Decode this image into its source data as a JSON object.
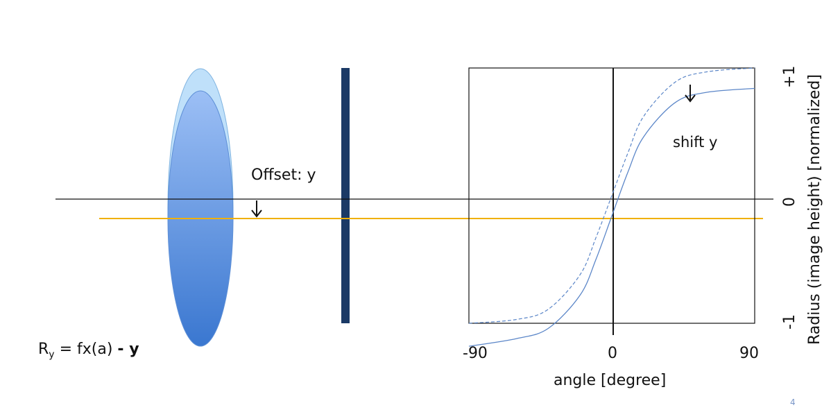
{
  "labels": {
    "offset": "Offset: y",
    "shift": "shift y",
    "formula_r": "R",
    "formula_sub": "y",
    "formula_mid": " = fx(a) ",
    "formula_bold": "- y"
  },
  "chart_data": {
    "type": "line",
    "xlabel": "angle [degree]",
    "ylabel": "Radius (image height) [normalized]",
    "x_ticks": [
      "-90",
      "0",
      "90"
    ],
    "y_ticks": [
      "+1",
      "0",
      "-1"
    ],
    "xlim": [
      -90,
      90
    ],
    "ylim": [
      -1,
      1
    ],
    "series": [
      {
        "style": "dashed",
        "x": [
          -90,
          -60,
          -40,
          -20,
          -10,
          0,
          10,
          20,
          40,
          60,
          90
        ],
        "y": [
          -1.0,
          -0.97,
          -0.89,
          -0.62,
          -0.33,
          0.0,
          0.33,
          0.62,
          0.89,
          0.97,
          1.0
        ]
      },
      {
        "style": "solid",
        "x": [
          -90,
          -60,
          -40,
          -20,
          -10,
          0,
          10,
          20,
          40,
          60,
          90
        ],
        "y": [
          -1.18,
          -1.12,
          -1.04,
          -0.78,
          -0.5,
          -0.16,
          0.18,
          0.46,
          0.73,
          0.81,
          0.84
        ]
      }
    ]
  },
  "page_number": "4"
}
